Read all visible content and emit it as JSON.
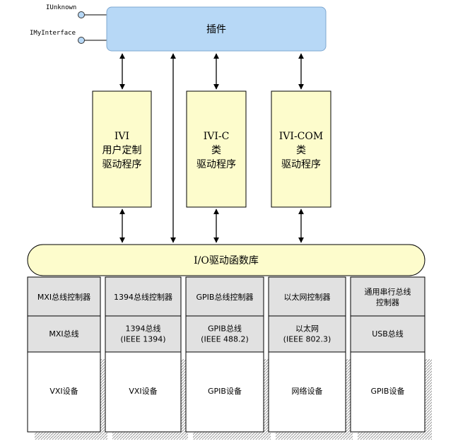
{
  "interfaces": {
    "iunknown": "IUnknown",
    "imyinterface": "IMyInterface"
  },
  "plugin": {
    "label": "插件"
  },
  "drivers": [
    {
      "lines": [
        "IVI",
        "用户定制",
        "驱动程序"
      ]
    },
    {
      "lines": [
        "IVI-C",
        "类",
        "驱动程序"
      ]
    },
    {
      "lines": [
        "IVI-COM",
        "类",
        "驱动程序"
      ]
    }
  ],
  "io_library": {
    "label": "I/O驱动函数库"
  },
  "columns": [
    {
      "controller": [
        "MXI总线控制器"
      ],
      "bus": [
        "MXI总线"
      ],
      "device": "VXI设备"
    },
    {
      "controller": [
        "1394总线控制器"
      ],
      "bus": [
        "1394总线",
        "(IEEE 1394)"
      ],
      "device": "VXI设备"
    },
    {
      "controller": [
        "GPIB总线控制器"
      ],
      "bus": [
        "GPIB总线",
        "(IEEE 488.2)"
      ],
      "device": "GPIB设备"
    },
    {
      "controller": [
        "以太网控制器"
      ],
      "bus": [
        "以太网",
        "(IEEE 802.3)"
      ],
      "device": "网络设备"
    },
    {
      "controller": [
        "通用串行总线",
        "控制器"
      ],
      "bus": [
        "USB总线"
      ],
      "device": "GPIB设备"
    }
  ],
  "colors": {
    "plugin_fill": "#b7d8f6",
    "plugin_stroke": "#7fa8d0",
    "driver_fill": "#fdfccc",
    "io_fill": "#fdfccc",
    "cell_fill": "#e1e1e1",
    "device_fill": "#ffffff",
    "line": "#000000",
    "interface_dot": "#b7d8f6"
  }
}
